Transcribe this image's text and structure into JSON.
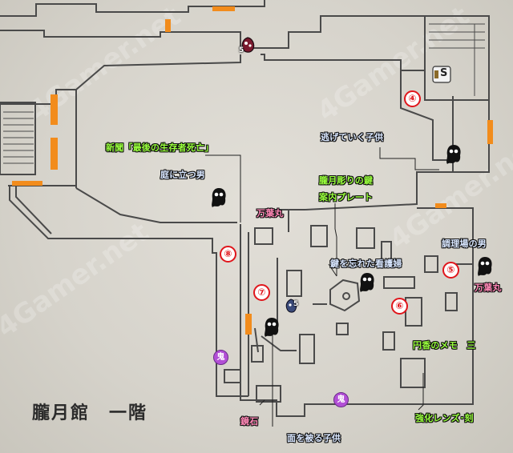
{
  "map": {
    "title": "朧月館　一階",
    "watermark_text": "4Gamer.net",
    "colors": {
      "background": "#d8d5cd",
      "wall": "#4a4a4a",
      "door": "#f28c1c",
      "marker_red": "#e0151b",
      "oni_purple": "#b24fd6",
      "label_blue": "#d8e6ff",
      "label_green": "#98ff3c",
      "label_pink": "#ff86b5"
    }
  },
  "labels": {
    "newspaper": "新聞「最後の生存者死亡」",
    "garden_man": "庭に立つ男",
    "fleeing_child": "逃げていく子供",
    "carved_key": "朧月彫りの鍵",
    "guide_plate": "案内プレート",
    "manyo_a": "万葉丸",
    "cook_man": "調理場の男",
    "manyo_b": "万葉丸",
    "nurse_forgot_key": "鍵を忘れた看護婦",
    "madoka_memo": "円香のメモ　三",
    "mirror_stone": "鏡石",
    "masked_child": "面を被る子供",
    "lens_enhance": "強化レンズ･刻"
  },
  "markers": [
    "④",
    "⑤",
    "⑥",
    "⑦",
    "⑧"
  ],
  "oni": [
    "鬼",
    "鬼"
  ],
  "small_counts": [
    "5",
    "5"
  ],
  "save_icon": "S",
  "icons": [
    "ghost-icon",
    "save-point-icon",
    "oni-icon",
    "spirit-stone-icon"
  ]
}
